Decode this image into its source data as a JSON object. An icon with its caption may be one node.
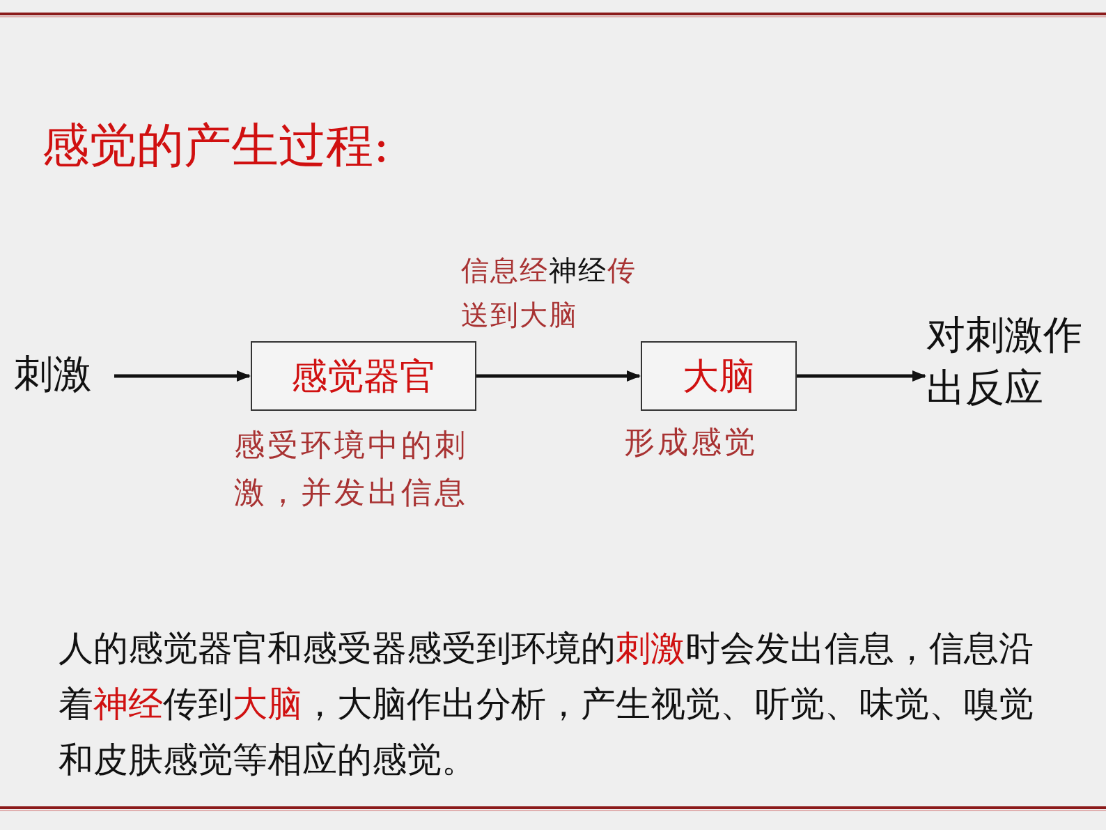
{
  "diagram": {
    "title": "感觉的产生过程:",
    "nodes": [
      {
        "text": [
          "刺激"
        ]
      },
      {
        "text": [
          "感觉器官"
        ],
        "beside": [
          "感受环境中的刺激，并发出信息"
        ]
      },
      {
        "text": [
          "大脑"
        ],
        "beside": [
          "形成感觉"
        ]
      },
      {
        "text": [
          "对刺激作出反应"
        ]
      }
    ],
    "edges": [
      {
        "from": 0,
        "to": 1,
        "arrow": "to"
      },
      {
        "from": 1,
        "to": 2,
        "arrow": "to",
        "label": "信息经**神经**传送到大脑"
      },
      {
        "from": 2,
        "to": 3,
        "arrow": "to"
      }
    ],
    "labels": [
      "人的感觉器官和感受器感受到环境的**刺激**时会发出信息，信息沿着**神经**传到**大脑**，大脑作出分析，产生视觉、听觉、味觉、嗅觉和皮肤感觉等相应的感觉。"
    ]
  }
}
